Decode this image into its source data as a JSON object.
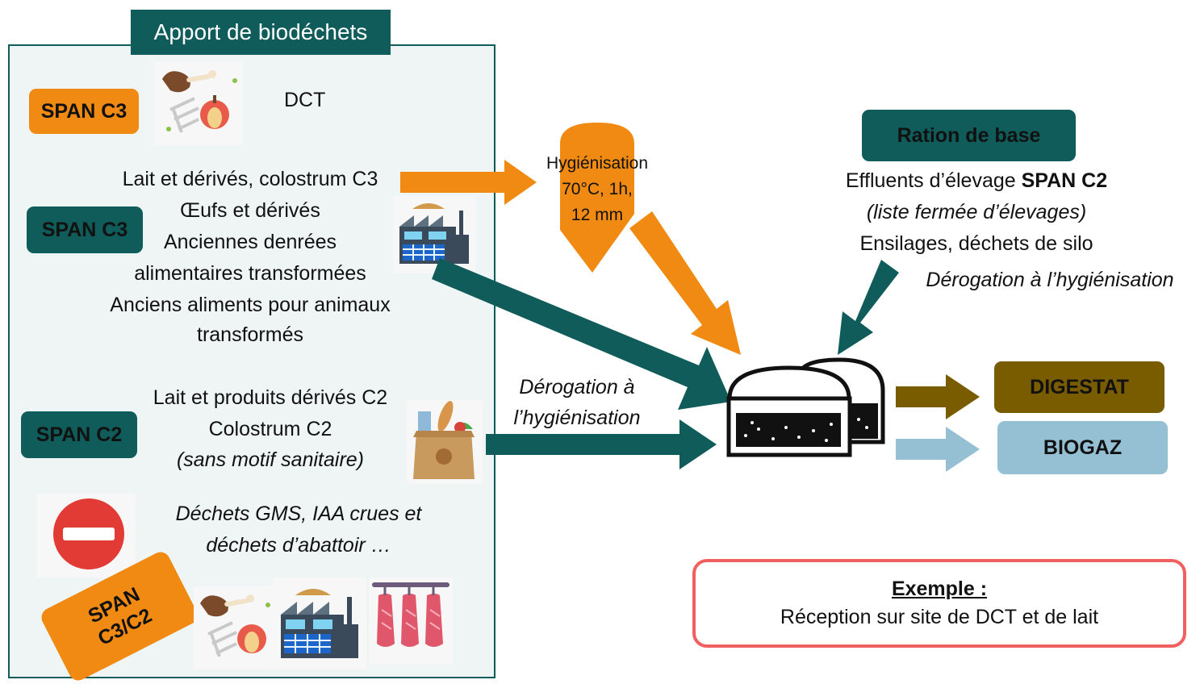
{
  "panel": {
    "title": "Apport de biodéchets",
    "badge1": "SPAN C3",
    "dct_label": "DCT",
    "group2": {
      "badge": "SPAN C3",
      "line1": "Lait et dérivés, colostrum C3",
      "line2": "Œufs et dérivés",
      "line3": "Anciennes denrées",
      "line4": "alimentaires transformées",
      "line5": "Anciens aliments pour animaux",
      "line6": "transformés"
    },
    "group3": {
      "badge": "SPAN C2",
      "line1": "Lait et produits dérivés C2",
      "line2": "Colostrum C2",
      "line3": "(sans motif sanitaire)"
    },
    "group4": {
      "line1": "Déchets GMS, IAA crues et",
      "line2": "déchets d’abattoir …",
      "badge_line1": "SPAN",
      "badge_line2": "C3/C2"
    }
  },
  "hygienisation": {
    "line1": "Hygiénisation",
    "line2": "70°C, 1h,",
    "line3": "12 mm"
  },
  "derogation_left": {
    "line1": "Dérogation à",
    "line2": "l’hygiénisation"
  },
  "ration": {
    "title": "Ration de base",
    "line1_prefix": "Effluents d’élevage ",
    "line1_bold": "SPAN C2",
    "line2": "(liste fermée d’élevages)",
    "line3": "Ensilages, déchets de silo",
    "derogation": "Dérogation à l’hygiénisation"
  },
  "outputs": {
    "digestat": "DIGESTAT",
    "biogaz": "BIOGAZ"
  },
  "example": {
    "title": "Exemple :",
    "text": "Réception sur site de DCT et de lait"
  },
  "icons": {
    "food_waste": "food-waste-icon",
    "factory": "factory-icon",
    "grocery": "grocery-bag-icon",
    "no_entry": "no-entry-icon",
    "meat": "hanging-meat-icon",
    "digester": "digester-icon"
  },
  "colors": {
    "teal": "#0f5c5a",
    "orange": "#f08a12",
    "digestat": "#7a5c00",
    "biogaz": "#95c0d4",
    "example_border": "#f06060"
  }
}
